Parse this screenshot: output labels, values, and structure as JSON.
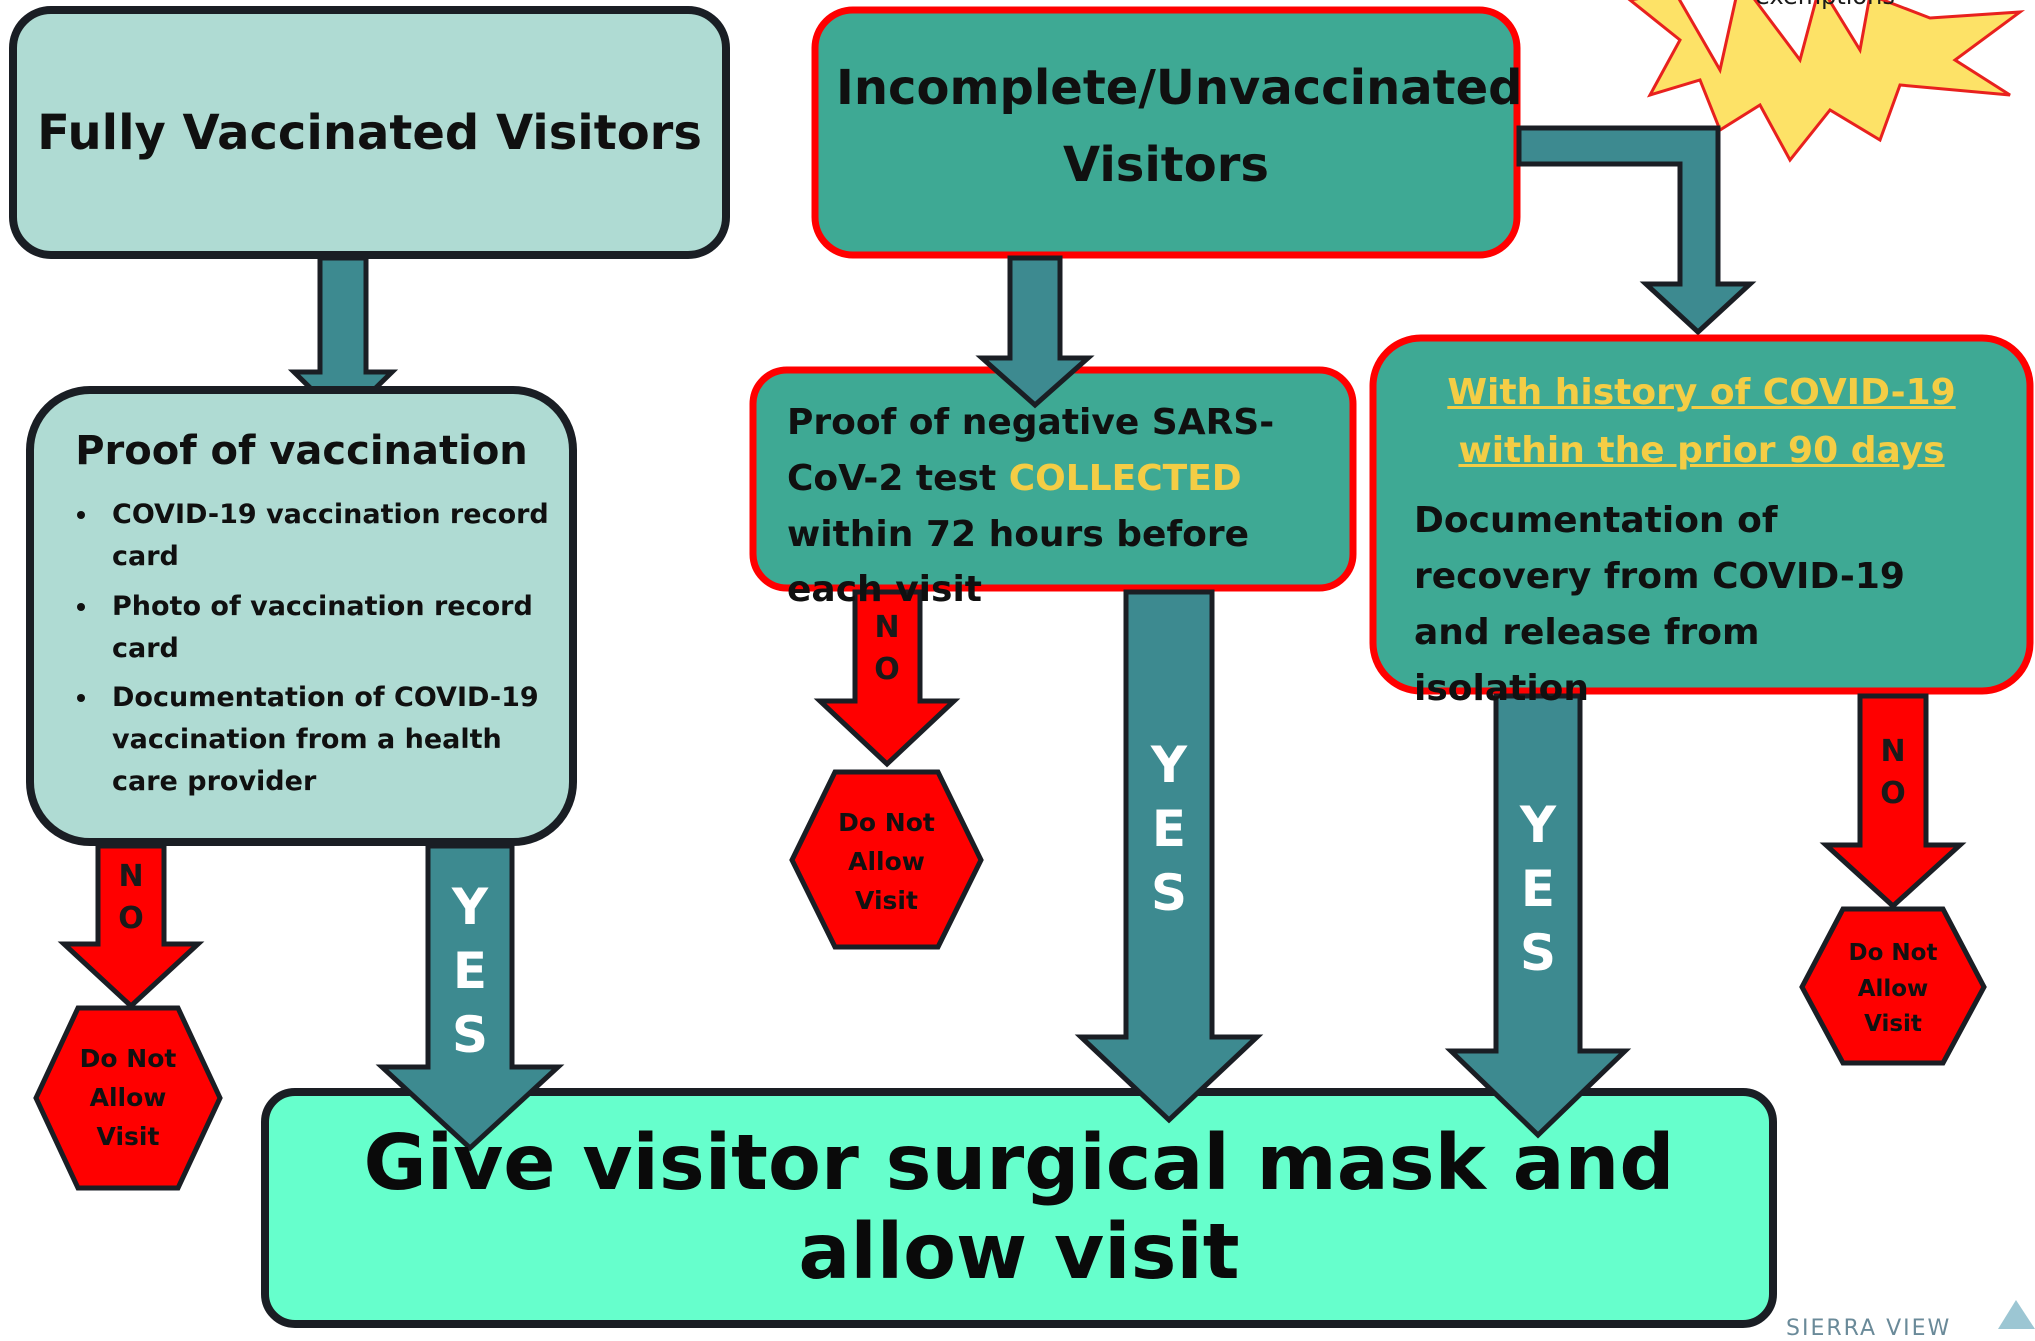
{
  "colors": {
    "light_teal": "#afdbd3",
    "teal": "#3ea994",
    "arrow_teal": "#3d8a90",
    "red": "#ff0000",
    "mint": "#66ffcc",
    "yellow_text": "#f4cd45",
    "starburst": "#fde267"
  },
  "fully": {
    "title": "Fully Vaccinated Visitors"
  },
  "proof": {
    "title": "Proof of vaccination",
    "items": [
      "COVID-19 vaccination record card",
      "Photo of vaccination record card",
      "Documentation of COVID-19 vaccination from a health care provider"
    ]
  },
  "incomplete": {
    "title": "Incomplete/Unvaccinated Visitors"
  },
  "negative_test": {
    "before": "Proof of negative SARS-CoV-2 test",
    "highlight": "COLLECTED",
    "after": "within 72 hours before each visit"
  },
  "history": {
    "title": "With history of COVID-19 within the prior 90 days",
    "text": "Documentation of recovery from COVID-19 and release from isolation"
  },
  "starburst": {
    "text": "exemptions"
  },
  "stop_sign": {
    "text": "Do Not Allow Visit"
  },
  "labels": {
    "no": "NO",
    "yes": "YES"
  },
  "final": {
    "text": "Give visitor surgical mask and allow visit"
  },
  "logo": {
    "text": "SIERRA VIEW"
  }
}
